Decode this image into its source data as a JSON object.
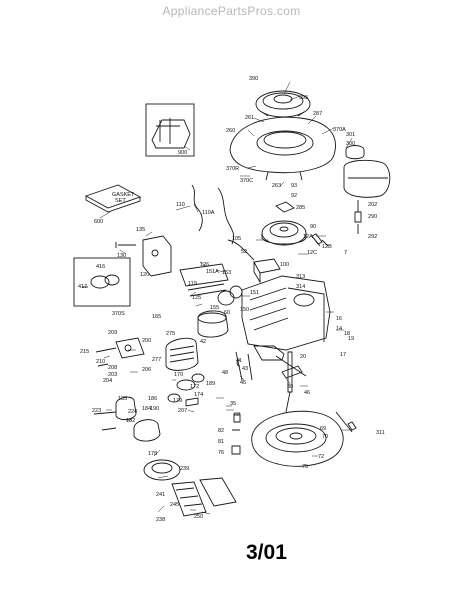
{
  "header": {
    "site": "AppliancePartsPros.com"
  },
  "footer": {
    "date": "3/01"
  },
  "kit_box": {
    "line1": "GASKET",
    "line2": "SET"
  },
  "callouts": [
    "390",
    "395",
    "261",
    "287",
    "370A",
    "260",
    "900",
    "301",
    "300",
    "370R",
    "370C",
    "263",
    "93",
    "92",
    "285",
    "110",
    "110A",
    "600",
    "202",
    "290",
    "292",
    "135",
    "130",
    "120",
    "90",
    "105",
    "12A",
    "12B",
    "12C",
    "7",
    "52",
    "100",
    "126",
    "151A",
    "153",
    "313",
    "314",
    "416",
    "417",
    "119",
    "125",
    "150",
    "151",
    "60",
    "155",
    "370S",
    "165",
    "209",
    "200",
    "275",
    "42",
    "16",
    "14",
    "18",
    "19",
    "17",
    "215",
    "210",
    "208",
    "203",
    "204",
    "206",
    "277",
    "41",
    "43",
    "45",
    "30",
    "20",
    "48",
    "170",
    "172",
    "189",
    "174",
    "179",
    "186",
    "35",
    "46",
    "223",
    "185",
    "224",
    "182",
    "184",
    "190",
    "207",
    "62",
    "69",
    "311",
    "82",
    "81",
    "70",
    "76",
    "72",
    "75",
    "178",
    "239",
    "241",
    "245",
    "250",
    "238"
  ]
}
